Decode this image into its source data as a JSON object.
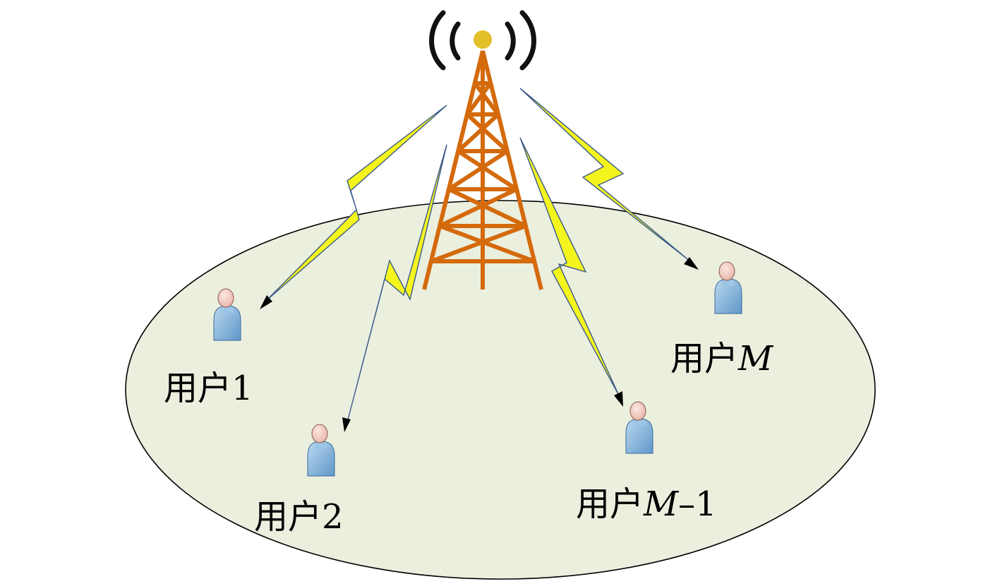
{
  "colors": {
    "cell_fill": "#ebefde",
    "cell_stroke": "#000000",
    "tower": "#d46a0c",
    "antenna_tip": "#e3bf2a",
    "signal_waves": "#111111",
    "bolt_fill": "#f5f51e",
    "bolt_stroke": "#3a5a88",
    "arrowhead": "#000000",
    "user_body": "#7fb2dc",
    "user_head": "#f3d2c8"
  },
  "icons": {
    "tower": "cell-tower-icon",
    "waves": "signal-waves-icon",
    "user": "user-person-icon",
    "link": "lightning-bolt-icon"
  },
  "users": [
    {
      "id": "user-1",
      "prefix": "用户",
      "symbol": "",
      "suffix": "1"
    },
    {
      "id": "user-2",
      "prefix": "用户",
      "symbol": "",
      "suffix": "2"
    },
    {
      "id": "user-m-minus-1",
      "prefix": "用户",
      "symbol": "M",
      "suffix": "–1"
    },
    {
      "id": "user-m",
      "prefix": "用户",
      "symbol": "M",
      "suffix": ""
    }
  ]
}
